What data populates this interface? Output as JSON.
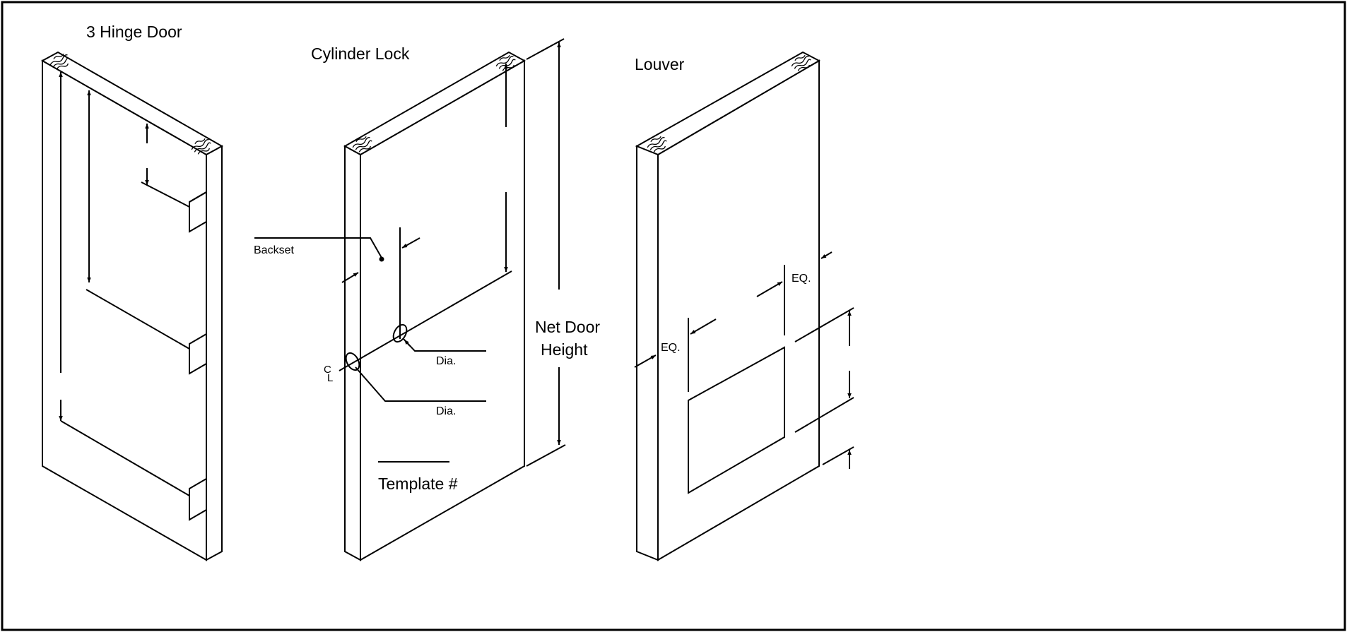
{
  "diagrams": {
    "hinge_door": {
      "title": "3 Hinge Door"
    },
    "cylinder_lock": {
      "title": "Cylinder Lock",
      "backset_label": "Backset",
      "dia_label_1": "Dia.",
      "dia_label_2": "Dia.",
      "centerline_c": "C",
      "centerline_l": "L",
      "template_label": "Template #",
      "net_door_line1": "Net Door",
      "net_door_line2": "Height"
    },
    "louver": {
      "title": "Louver",
      "eq_label_top": "EQ.",
      "eq_label_left": "EQ."
    }
  }
}
